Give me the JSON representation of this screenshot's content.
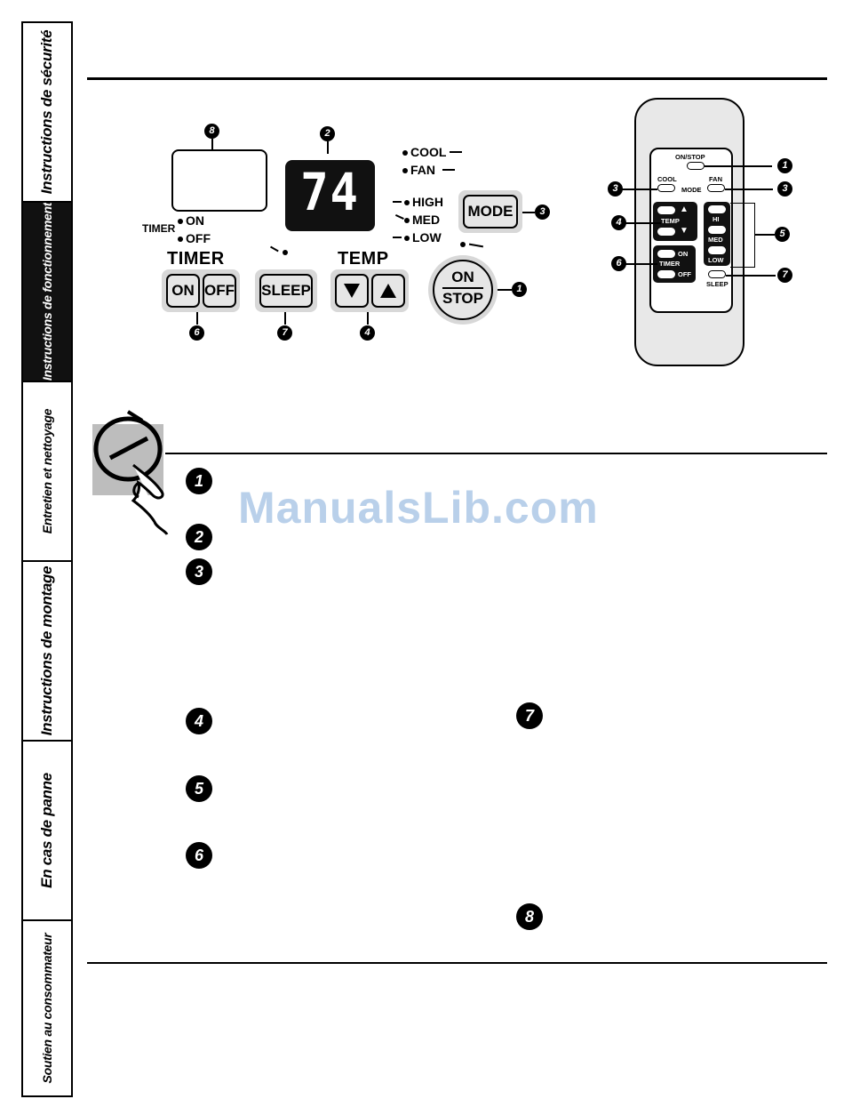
{
  "side_tabs": [
    {
      "label": "Instructions de sécurité",
      "active": false
    },
    {
      "label": "Instructions de fonctionnement",
      "active": true
    },
    {
      "label": "Entretien et nettoyage",
      "active": false
    },
    {
      "label": "Instructions de montage",
      "active": false
    },
    {
      "label": "En cas de panne",
      "active": false
    },
    {
      "label": "Soutien au consommateur",
      "active": false
    }
  ],
  "panel": {
    "display_value": "74",
    "mode_indicators": [
      "COOL",
      "FAN"
    ],
    "fan_indicators": [
      "HIGH",
      "MED",
      "LOW"
    ],
    "timer_indicator_label": "TIMER",
    "timer_indicators": [
      "ON",
      "OFF"
    ],
    "timer_group_label": "TIMER",
    "temp_group_label": "TEMP",
    "buttons": {
      "timer_on": "ON",
      "timer_off": "OFF",
      "sleep": "SLEEP",
      "mode": "MODE",
      "on_stop_top": "ON",
      "on_stop_bottom": "STOP"
    },
    "callouts": {
      "timer_display": "8",
      "display": "2",
      "mode": "3",
      "on_stop": "1",
      "timer": "6",
      "sleep": "7",
      "temp": "4"
    }
  },
  "remote": {
    "on_stop": "ON/STOP",
    "cool": "COOL",
    "mode": "MODE",
    "fan": "FAN",
    "temp": "TEMP",
    "up": "▲",
    "down": "▼",
    "hi": "HI",
    "med": "MED",
    "low": "LOW",
    "on": "ON",
    "timer": "TIMER",
    "off": "OFF",
    "sleep": "SLEEP",
    "callouts": {
      "on_stop": "1",
      "cool": "3",
      "fan": "3",
      "temp": "4",
      "speed": "5",
      "timer": "6",
      "sleep": "7"
    }
  },
  "section_bullets": [
    "1",
    "2",
    "3",
    "4",
    "5",
    "6",
    "7",
    "8"
  ],
  "watermark": "ManualsLib.com"
}
